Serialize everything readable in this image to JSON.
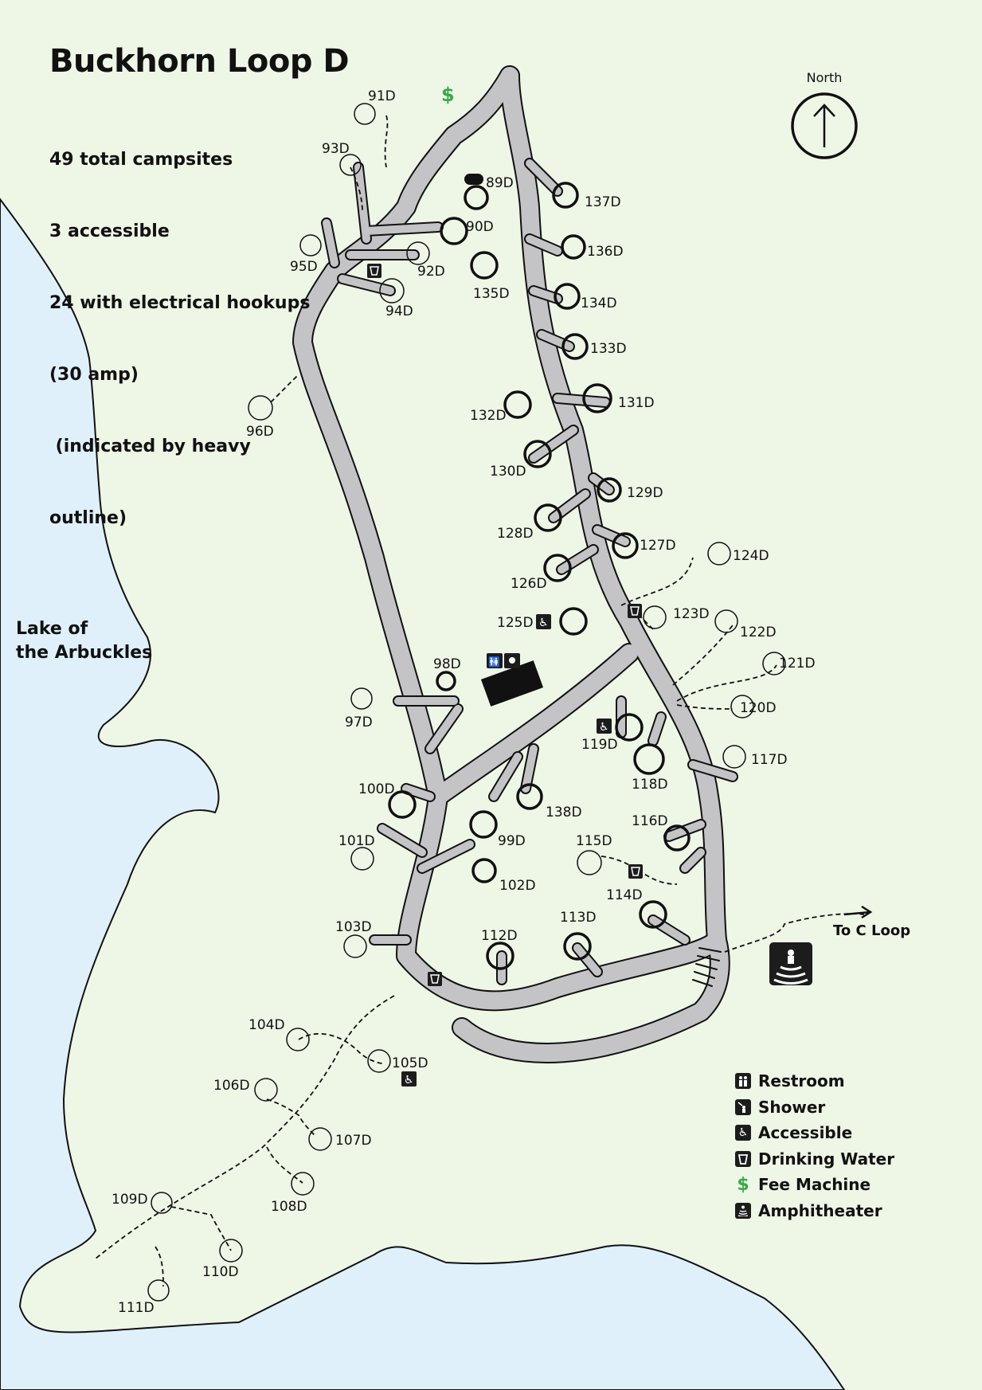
{
  "header": {
    "title": "Buckhorn Loop D",
    "stats": [
      "49 total campsites",
      "3 accessible",
      "24 with electrical hookups",
      "(30 amp)",
      " (indicated by heavy",
      "outline)"
    ]
  },
  "north_arrow": {
    "label": "North"
  },
  "water": {
    "label_line1": "Lake of",
    "label_line2": "the Arbuckles"
  },
  "exit": {
    "label": "To C Loop"
  },
  "colors": {
    "land": "#eef6e6",
    "water": "#dff0fb",
    "road": "#c4c4c6",
    "outline": "#111111",
    "fee": "#3aa84a",
    "icon_bg": "#1c1c1c"
  },
  "legend": [
    {
      "icon": "restroom-icon",
      "label": "Restroom"
    },
    {
      "icon": "shower-icon",
      "label": "Shower"
    },
    {
      "icon": "accessible-icon",
      "label": "Accessible"
    },
    {
      "icon": "drinking-water-icon",
      "label": "Drinking Water"
    },
    {
      "icon": "fee-machine-icon",
      "label": "Fee Machine",
      "glyph": "$"
    },
    {
      "icon": "amphitheater-icon",
      "label": "Amphitheater"
    }
  ],
  "sites": {
    "s89": "89D",
    "s90": "90D",
    "s91": "91D",
    "s92": "92D",
    "s93": "93D",
    "s94": "94D",
    "s95": "95D",
    "s96": "96D",
    "s97": "97D",
    "s98": "98D",
    "s99": "99D",
    "s100": "100D",
    "s101": "101D",
    "s102": "102D",
    "s103": "103D",
    "s104": "104D",
    "s105": "105D",
    "s106": "106D",
    "s107": "107D",
    "s108": "108D",
    "s109": "109D",
    "s110": "110D",
    "s111": "111D",
    "s112": "112D",
    "s113": "113D",
    "s114": "114D",
    "s115": "115D",
    "s116": "116D",
    "s117": "117D",
    "s118": "118D",
    "s119": "119D",
    "s120": "120D",
    "s121": "121D",
    "s122": "122D",
    "s123": "123D",
    "s124": "124D",
    "s125": "125D",
    "s126": "126D",
    "s127": "127D",
    "s128": "128D",
    "s129": "129D",
    "s130": "130D",
    "s131": "131D",
    "s132": "132D",
    "s133": "133D",
    "s134": "134D",
    "s135": "135D",
    "s136": "136D",
    "s137": "137D",
    "s138": "138D"
  },
  "electric_sites": [
    "89D",
    "90D",
    "98D",
    "99D",
    "100D",
    "102D",
    "112D",
    "113D",
    "114D",
    "116D",
    "118D",
    "119D",
    "125D",
    "126D",
    "127D",
    "128D",
    "129D",
    "130D",
    "131D",
    "132D",
    "133D",
    "134D",
    "135D",
    "136D",
    "137D",
    "138D"
  ],
  "accessible_sites": [
    "105D",
    "119D",
    "125D"
  ]
}
